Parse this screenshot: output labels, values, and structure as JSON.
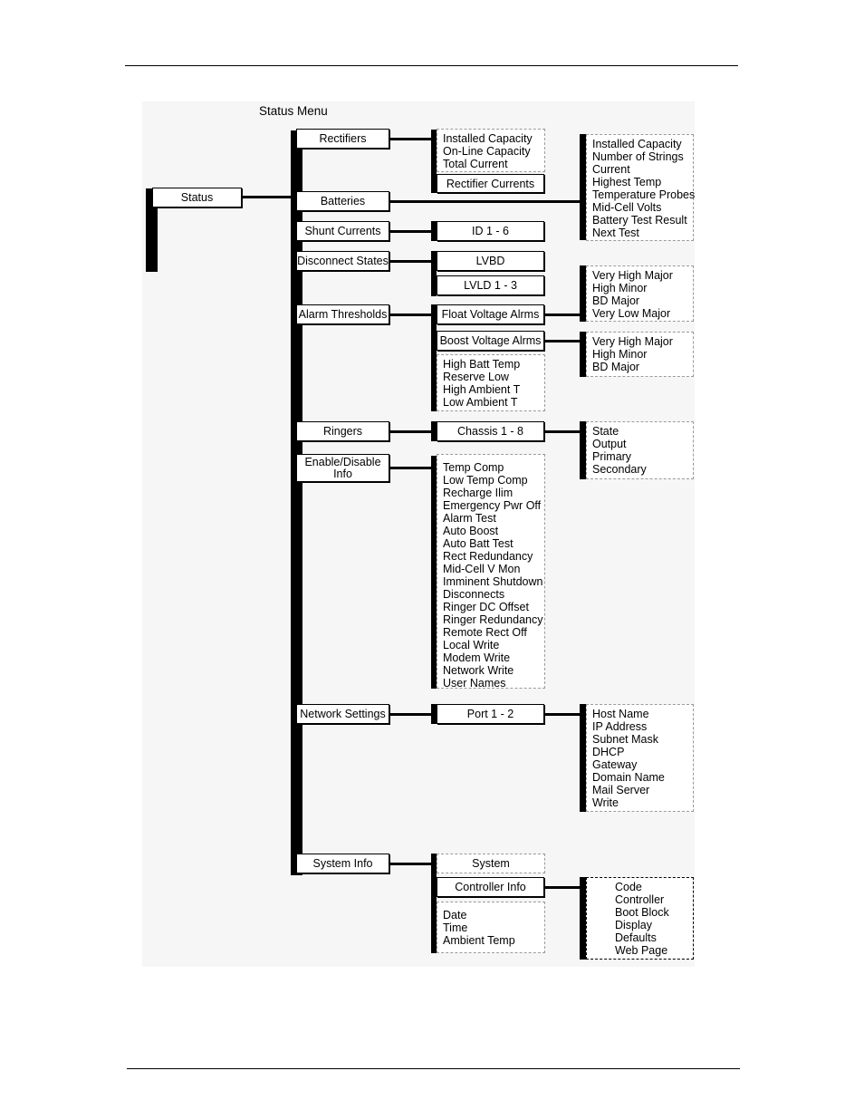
{
  "diagram": {
    "title": "Status Menu",
    "root": "Status",
    "menu": {
      "rectifiers": "Rectifiers",
      "batteries": "Batteries",
      "shunt_currents": "Shunt Currents",
      "disconnect_states": "Disconnect States",
      "alarm_thresholds": "Alarm Thresholds",
      "ringers": "Ringers",
      "enable_disable": "Enable/Disable Info",
      "network_settings": "Network Settings",
      "system_info": "System Info"
    },
    "rectifiers": {
      "items": [
        "Installed Capacity",
        "On-Line Capacity",
        "Total Current"
      ],
      "currents": "Rectifier Currents"
    },
    "batteries": {
      "items": [
        "Installed Capacity",
        "Number of Strings",
        "Current",
        "Highest Temp",
        "Temperature Probes",
        "Mid-Cell Volts",
        "Battery Test Result",
        "Next Test"
      ]
    },
    "shunt": {
      "id": "ID 1 - 6"
    },
    "disconnect": {
      "lvbd": "LVBD",
      "lvld": "LVLD 1 - 3"
    },
    "alarm": {
      "float": "Float Voltage Alrms",
      "float_items": [
        "Very High Major",
        "High Minor",
        "BD Major",
        "Very Low Major"
      ],
      "boost": "Boost Voltage Alrms",
      "boost_items": [
        "Very High Major",
        "High Minor",
        "BD Major"
      ],
      "other_items": [
        "High Batt Temp",
        "Reserve Low",
        "High Ambient T",
        "Low Ambient T"
      ]
    },
    "ringers": {
      "chassis": "Chassis 1 - 8",
      "items": [
        "State",
        "Output",
        "Primary",
        "Secondary"
      ]
    },
    "enable": {
      "items": [
        "Temp Comp",
        "Low Temp Comp",
        "Recharge Ilim",
        "Emergency Pwr Off",
        "Alarm Test",
        "Auto Boost",
        "Auto Batt Test",
        "Rect Redundancy",
        "Mid-Cell V Mon",
        "Imminent Shutdown",
        "Disconnects",
        "Ringer DC Offset",
        "Ringer Redundancy",
        "Remote Rect Off",
        "Local Write",
        "Modem Write",
        "Network Write",
        "User Names"
      ]
    },
    "network": {
      "port": "Port 1 - 2",
      "items": [
        "Host Name",
        "IP Address",
        "Subnet Mask",
        "DHCP",
        "Gateway",
        "Domain Name",
        "Mail Server",
        "Write"
      ]
    },
    "system": {
      "system": "System",
      "controller": "Controller Info",
      "controller_items": [
        "Code",
        "Controller",
        "Boot Block",
        "Display",
        "Defaults",
        "Web Page"
      ],
      "items": [
        "Date",
        "Time",
        "Ambient Temp"
      ]
    }
  }
}
